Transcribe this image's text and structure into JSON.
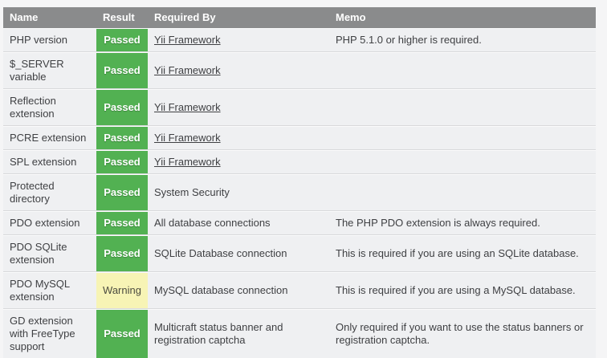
{
  "colors": {
    "page-bg": "#f5f5f6",
    "row-bg": "#eff0f2",
    "header-bg": "#8a8b8c",
    "header-text": "#ffffff",
    "sep-light": "#fbfbfc",
    "sep-dark": "#d8d9db",
    "passed-bg": "#52b152",
    "warning-bg": "#f7f4b5",
    "warning-text": "#4c4c40",
    "text-color": "#3f4043"
  },
  "table": {
    "columns": {
      "name": "Name",
      "result": "Result",
      "required_by": "Required By",
      "memo": "Memo"
    },
    "rows": [
      {
        "name": "PHP version",
        "result": "Passed",
        "status": "passed",
        "required_by": "Yii Framework",
        "required_by_is_link": true,
        "memo": "PHP 5.1.0 or higher is required."
      },
      {
        "name": "$_SERVER variable",
        "result": "Passed",
        "status": "passed",
        "required_by": "Yii Framework",
        "required_by_is_link": true,
        "memo": ""
      },
      {
        "name": "Reflection extension",
        "result": "Passed",
        "status": "passed",
        "required_by": "Yii Framework",
        "required_by_is_link": true,
        "memo": ""
      },
      {
        "name": "PCRE extension",
        "result": "Passed",
        "status": "passed",
        "required_by": "Yii Framework",
        "required_by_is_link": true,
        "memo": ""
      },
      {
        "name": "SPL extension",
        "result": "Passed",
        "status": "passed",
        "required_by": "Yii Framework",
        "required_by_is_link": true,
        "memo": ""
      },
      {
        "name": "Protected directory",
        "result": "Passed",
        "status": "passed",
        "required_by": "System Security",
        "required_by_is_link": false,
        "memo": ""
      },
      {
        "name": "PDO extension",
        "result": "Passed",
        "status": "passed",
        "required_by": "All database connections",
        "required_by_is_link": false,
        "memo": "The PHP PDO extension is always required."
      },
      {
        "name": "PDO SQLite extension",
        "result": "Passed",
        "status": "passed",
        "required_by": "SQLite Database connection",
        "required_by_is_link": false,
        "memo": "This is required if you are using an SQLite database."
      },
      {
        "name": "PDO MySQL extension",
        "result": "Warning",
        "status": "warning",
        "required_by": "MySQL database connection",
        "required_by_is_link": false,
        "memo": "This is required if you are using a MySQL database."
      },
      {
        "name": "GD extension with FreeType support",
        "result": "Passed",
        "status": "passed",
        "required_by": "Multicraft status banner and registration captcha",
        "required_by_is_link": false,
        "memo": "Only required if you want to use the status banners or registration captcha."
      }
    ]
  }
}
